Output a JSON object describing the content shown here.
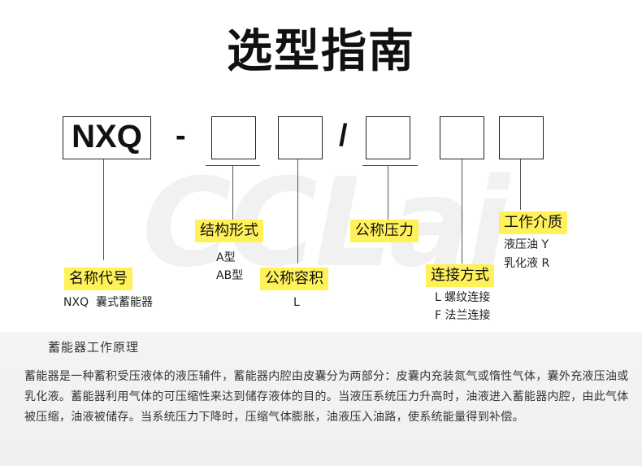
{
  "title": "选型指南",
  "watermark": "CCLai",
  "model": {
    "prefix": "NXQ",
    "dash": "-",
    "slash": "/"
  },
  "fields": {
    "name_code": {
      "label": "名称代号",
      "options": [
        "NXQ  囊式蓄能器"
      ]
    },
    "structure": {
      "label": "结构形式",
      "options": [
        "A型",
        "AB型"
      ]
    },
    "volume": {
      "label": "公称容积",
      "options": [
        "L"
      ]
    },
    "pressure": {
      "label": "公称压力",
      "options": []
    },
    "connection": {
      "label": "连接方式",
      "options": [
        "L 螺纹连接",
        "F 法兰连接"
      ]
    },
    "medium": {
      "label": "工作介质",
      "options": [
        "液压油 Y",
        "乳化液 R"
      ]
    }
  },
  "principle": {
    "title": "蓄能器工作原理",
    "text": "蓄能器是一种蓄积受压液体的液压辅件，蓄能器内腔由皮囊分为两部分：皮囊内充装氮气或惰性气体，囊外充液压油或乳化液。蓄能器利用气体的可压缩性来达到储存液体的目的。当液压系统压力升高时，油液进入蓄能器内腔，由此气体被压缩，油液被储存。当系统压力下降时，压缩气体膨胀，油液压入油路，使系统能量得到补偿。"
  }
}
